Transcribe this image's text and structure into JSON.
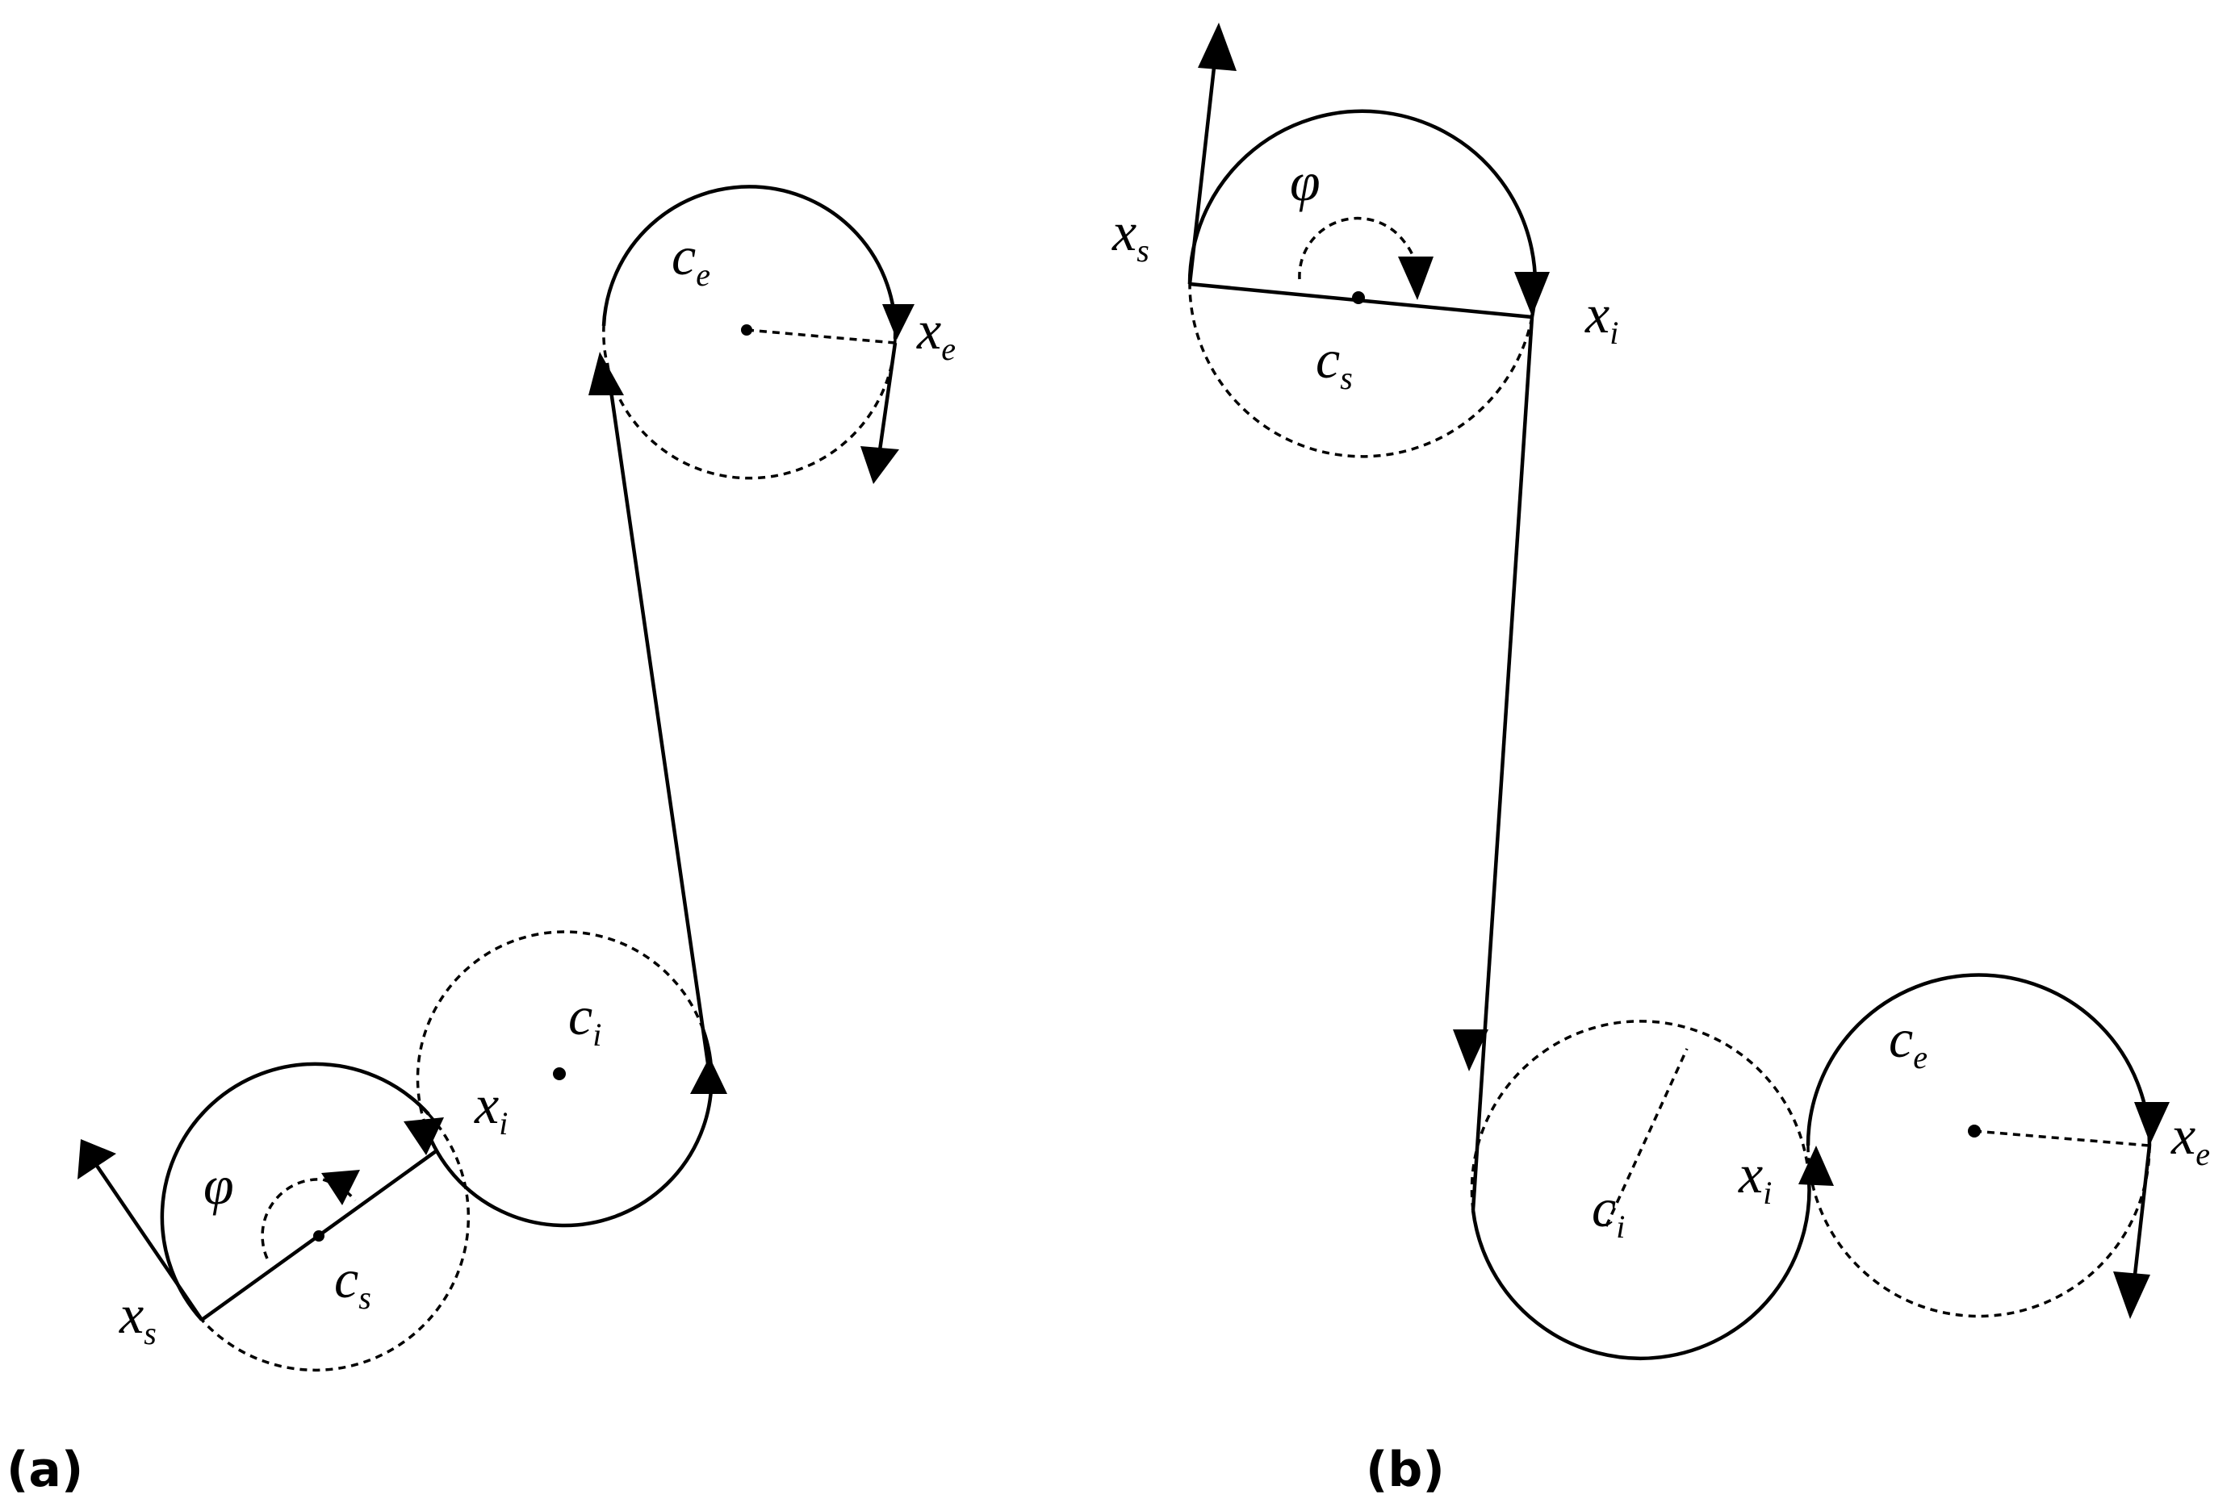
{
  "panel_a": {
    "label": "(a)",
    "labels": {
      "ce": {
        "base": "c",
        "sub": "e"
      },
      "xe": {
        "base": "x",
        "sub": "e"
      },
      "ci": {
        "base": "c",
        "sub": "i"
      },
      "xi": {
        "base": "x",
        "sub": "i"
      },
      "phi": {
        "base": "φ",
        "sub": ""
      },
      "cs": {
        "base": "c",
        "sub": "s"
      },
      "xs": {
        "base": "x",
        "sub": "s"
      }
    }
  },
  "panel_b": {
    "label": "(b)",
    "labels": {
      "xs": {
        "base": "x",
        "sub": "s"
      },
      "phi": {
        "base": "φ",
        "sub": ""
      },
      "xi_top": {
        "base": "x",
        "sub": "i"
      },
      "cs": {
        "base": "c",
        "sub": "s"
      },
      "ci": {
        "base": "c",
        "sub": "i"
      },
      "xi_bottom": {
        "base": "x",
        "sub": "i"
      },
      "ce": {
        "base": "c",
        "sub": "e"
      },
      "xe": {
        "base": "x",
        "sub": "e"
      }
    }
  }
}
